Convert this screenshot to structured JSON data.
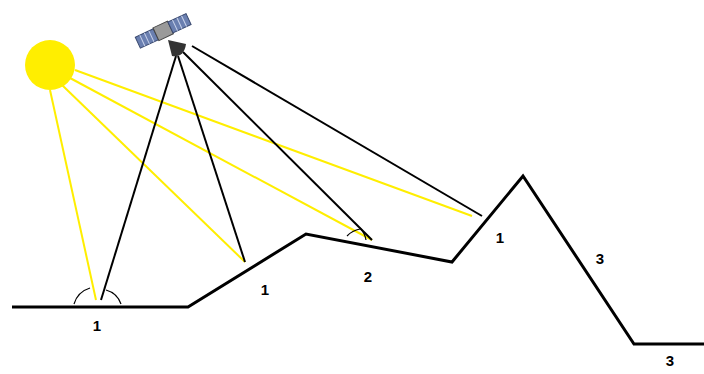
{
  "diagram": {
    "labels": [
      "1",
      "1",
      "2",
      "1",
      "3",
      "3"
    ]
  }
}
